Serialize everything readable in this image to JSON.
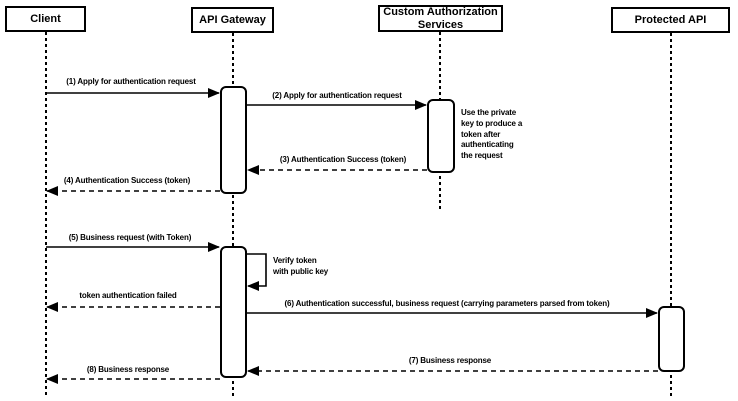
{
  "colors": {
    "stroke": "#000000",
    "fill": "#ffffff",
    "background": "#ffffff"
  },
  "actors": [
    {
      "label": "Client"
    },
    {
      "label": "API Gateway"
    },
    {
      "label": "Custom Authorization\nServices"
    },
    {
      "label": "Protected API"
    }
  ],
  "messages": [
    {
      "label": "(1) Apply for authentication request",
      "style": "solid",
      "from": "Client",
      "to": "API Gateway"
    },
    {
      "label": "(2) Apply for authentication request",
      "style": "solid",
      "from": "API Gateway",
      "to": "Custom Authorization Services"
    },
    {
      "label": "(3) Authentication Success (token)",
      "style": "dashed",
      "from": "Custom Authorization Services",
      "to": "API Gateway"
    },
    {
      "label": "(4) Authentication Success (token)",
      "style": "dashed",
      "from": "API Gateway",
      "to": "Client"
    },
    {
      "label": "(5) Business request (with Token)",
      "style": "solid",
      "from": "Client",
      "to": "API Gateway"
    },
    {
      "label": "Verify token\nwith public key",
      "style": "self",
      "from": "API Gateway",
      "to": "API Gateway"
    },
    {
      "label": "token authentication failed",
      "style": "dashed",
      "from": "API Gateway",
      "to": "Client"
    },
    {
      "label": "(6) Authentication successful, business request (carrying parameters parsed from token)",
      "style": "solid",
      "from": "API Gateway",
      "to": "Protected API"
    },
    {
      "label": "(7) Business response",
      "style": "dashed",
      "from": "Protected API",
      "to": "API Gateway"
    },
    {
      "label": "(8) Business response",
      "style": "dashed",
      "from": "API Gateway",
      "to": "Client"
    }
  ],
  "notes": [
    {
      "label": "Use the private\nkey to produce a\ntoken after\nauthenticating\nthe request"
    }
  ]
}
